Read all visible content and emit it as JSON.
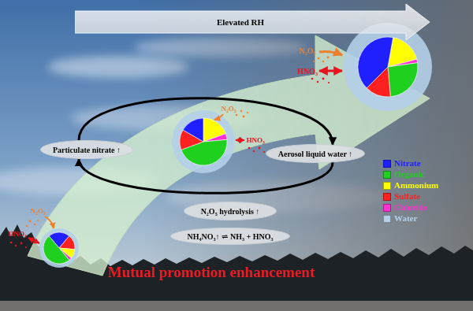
{
  "diagram": {
    "nodes": [
      {
        "text": [
          "Elevated RH"
        ]
      },
      {
        "text": [
          "Particulate nitrate ↑"
        ]
      },
      {
        "text": [
          "Aerosol liquid water ↑"
        ]
      },
      {
        "text": [
          "N₂O₅ hydrolysis ↑"
        ]
      },
      {
        "text": [
          "NH₄NO₃↑ ⇌ NH₃ + HNO₃"
        ]
      }
    ],
    "edges": [
      {
        "from": 1,
        "to": 2,
        "arrow": "to"
      },
      {
        "from": 2,
        "to": 1,
        "arrow": "to"
      }
    ],
    "labels": [
      "N₂O₅",
      "HNO₃",
      "N₂O₅",
      "HNO₃",
      "N₂O₅",
      "HNO₃",
      "Mutual promotion enhancement"
    ],
    "legend": [
      {
        "text": "Nitrate",
        "color": "#1f1fff"
      },
      {
        "text": "Organic",
        "color": "#1fd01f"
      },
      {
        "text": "Ammonium",
        "color": "#ffff00"
      },
      {
        "text": "Sulfate",
        "color": "#ff2020"
      },
      {
        "text": "Chloride",
        "color": "#ff30d0"
      },
      {
        "text": "Water",
        "color": "#b4cfe8"
      }
    ]
  }
}
